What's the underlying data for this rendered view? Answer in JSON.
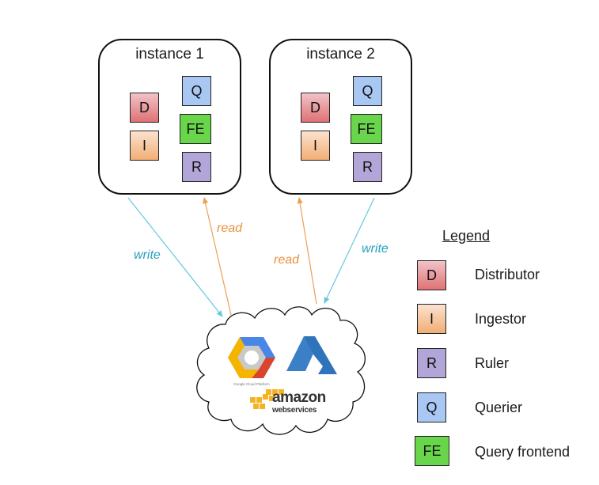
{
  "diagram": {
    "instances": [
      {
        "title": "instance 1",
        "components": [
          {
            "code": "D",
            "role": "distributor"
          },
          {
            "code": "I",
            "role": "ingestor"
          },
          {
            "code": "Q",
            "role": "querier"
          },
          {
            "code": "FE",
            "role": "query-frontend"
          },
          {
            "code": "R",
            "role": "ruler"
          }
        ]
      },
      {
        "title": "instance 2",
        "components": [
          {
            "code": "D",
            "role": "distributor"
          },
          {
            "code": "I",
            "role": "ingestor"
          },
          {
            "code": "Q",
            "role": "querier"
          },
          {
            "code": "FE",
            "role": "query-frontend"
          },
          {
            "code": "R",
            "role": "ruler"
          }
        ]
      }
    ],
    "arrows": [
      {
        "label": "write",
        "from": "instance 1",
        "to": "cloud storage",
        "color": "#66c8e0",
        "label_color": "#2aa0c0"
      },
      {
        "label": "read",
        "from": "cloud storage",
        "to": "instance 1",
        "color": "#ee9f55",
        "label_color": "#e8913f"
      },
      {
        "label": "read",
        "from": "cloud storage",
        "to": "instance 2",
        "color": "#ee9f55",
        "label_color": "#e8913f"
      },
      {
        "label": "write",
        "from": "instance 2",
        "to": "cloud storage",
        "color": "#66c8e0",
        "label_color": "#2aa0c0"
      }
    ],
    "cloud": {
      "providers": [
        {
          "name": "Google Cloud Platform",
          "caption": "Google Cloud Platform"
        },
        {
          "name": "Microsoft Azure"
        },
        {
          "name": "Amazon Web Services",
          "text_main": "amazon",
          "text_sub": "webservices"
        }
      ]
    },
    "legend": {
      "title": "Legend",
      "items": [
        {
          "code": "D",
          "label": "Distributor"
        },
        {
          "code": "I",
          "label": "Ingestor"
        },
        {
          "code": "R",
          "label": "Ruler"
        },
        {
          "code": "Q",
          "label": "Querier"
        },
        {
          "code": "FE",
          "label": "Query frontend"
        }
      ]
    },
    "colors": {
      "distributor": "#e07274",
      "ingestor": "#f2ae74",
      "querier": "#a9c7f3",
      "query_frontend": "#69d54a",
      "ruler": "#b2a6d8",
      "write": "#66c8e0",
      "read": "#ee9f55"
    }
  }
}
